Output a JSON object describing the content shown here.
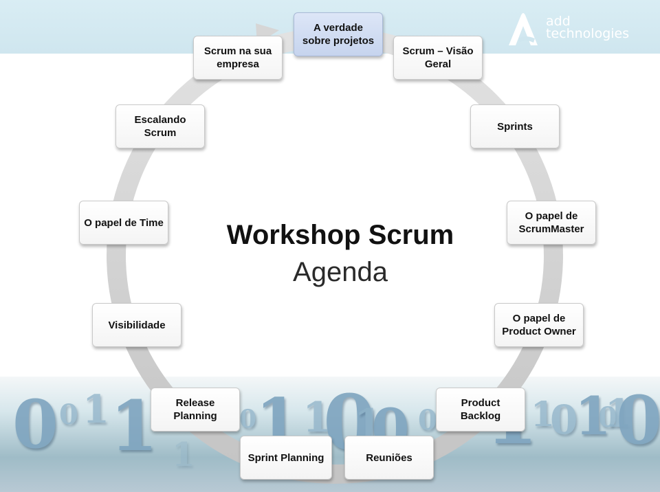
{
  "title": "Workshop Scrum",
  "subtitle": "Agenda",
  "logo": {
    "line1": "add",
    "line2": "technologies"
  },
  "agenda": {
    "verdade": "A verdade sobre projetos",
    "visao_geral": "Scrum – Visão Geral",
    "sprints": "Sprints",
    "scrummaster": "O papel de ScrumMaster",
    "product_owner": "O papel de Product Owner",
    "product_backlog": "Product Backlog",
    "reunioes": "Reuniões",
    "sprint_planning": "Sprint Planning",
    "release_planning": "Release Planning",
    "visibilidade": "Visibilidade",
    "time": "O papel de Time",
    "escalando": "Escalando Scrum",
    "empresa": "Scrum na sua empresa"
  },
  "background_digits": [
    "0",
    "0",
    "1",
    "1",
    "1",
    "0",
    "1",
    "1",
    "0",
    "1",
    "0",
    "0",
    "1",
    "1",
    "0",
    "1",
    "0",
    "1",
    "0"
  ],
  "colors": {
    "highlight_box": "#c6d4ee",
    "ring": "#d2d2d2",
    "top_band": "#d9edf4",
    "logo_mark": "#ffffff"
  }
}
